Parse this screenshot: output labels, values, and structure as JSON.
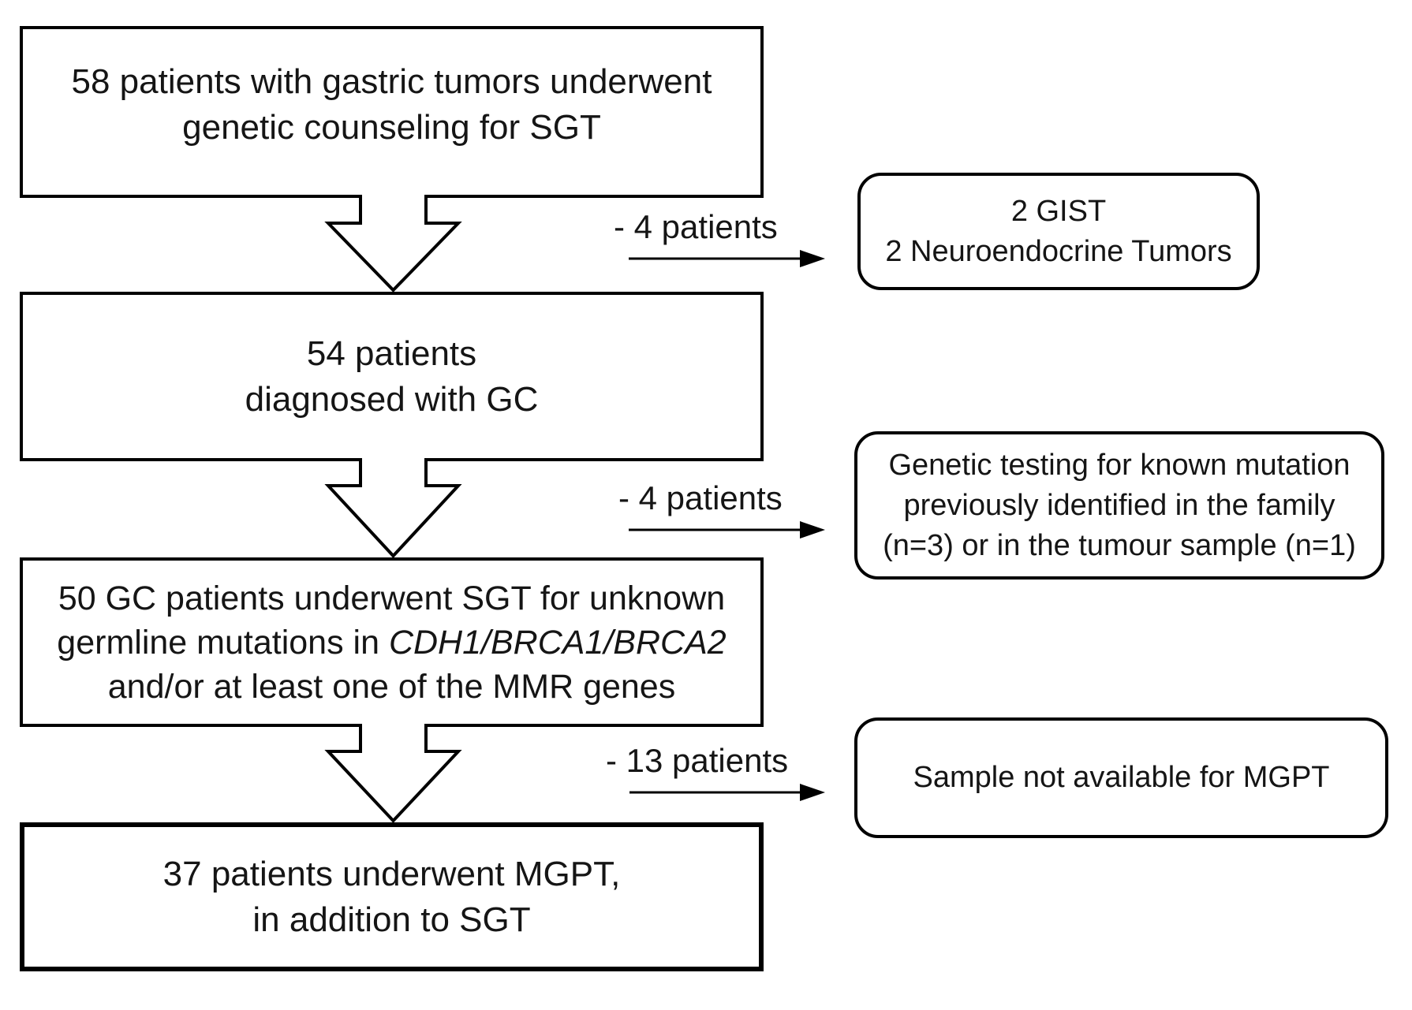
{
  "diagram": {
    "main_boxes": [
      {
        "lines": [
          "58 patients with gastric tumors underwent",
          "genetic counseling for SGT"
        ]
      },
      {
        "lines": [
          "54 patients",
          "diagnosed with GC"
        ]
      },
      {
        "line1": "50 GC patients underwent SGT for unknown",
        "line2_prefix": "germline mutations in",
        "line2_italic": " CDH1/BRCA1/BRCA2",
        "line3": "and/or at least one of the MMR genes"
      },
      {
        "lines": [
          "37 patients underwent MGPT,",
          "in addition to SGT"
        ]
      }
    ],
    "branches": [
      {
        "label": "- 4 patients",
        "note_lines": [
          "2 GIST",
          "2 Neuroendocrine Tumors"
        ]
      },
      {
        "label": "- 4 patients",
        "note_lines": [
          "Genetic testing for known mutation",
          "previously identified in the family",
          "(n=3) or in the tumour sample (n=1)"
        ]
      },
      {
        "label": "- 13 patients",
        "note_lines": [
          "Sample not available for MGPT"
        ]
      }
    ],
    "colors": {
      "ink": "#000000",
      "paper": "#ffffff"
    }
  }
}
